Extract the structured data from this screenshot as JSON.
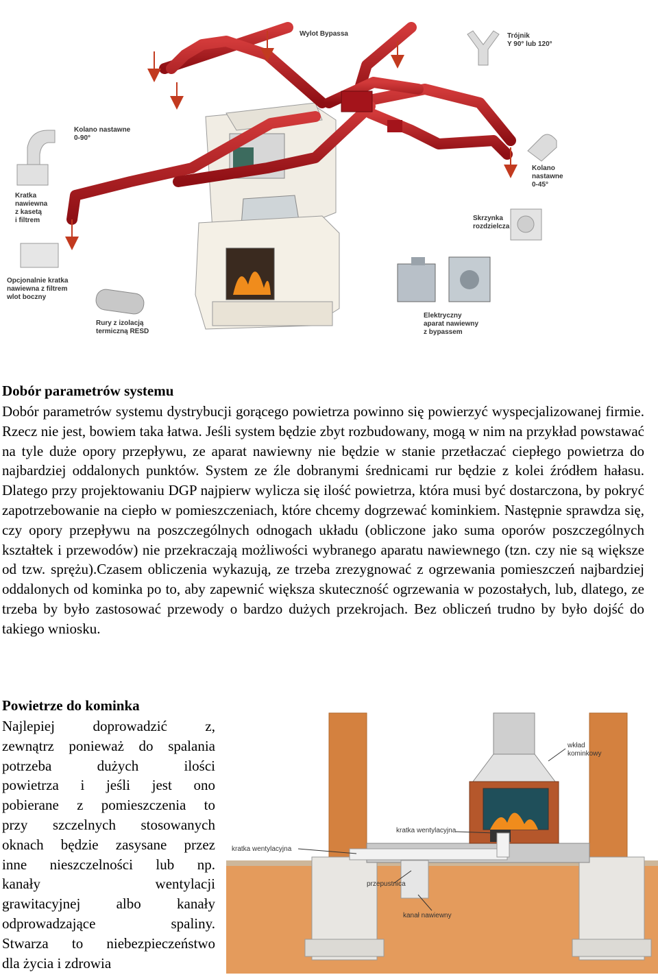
{
  "diagram_top": {
    "labels": {
      "bypass": "Wylot Bypassa",
      "tee": "Trójnik\nY 90° lub 120°",
      "elbow_left": "Kolano nastawne\n0-90°",
      "grille_left": "Kratka\nnawiewna\nz kasetą\ni filtrem",
      "elbow_right": "Kolano\nnastawne\n0-45°",
      "distribution_box": "Skrzynka\nrozdzielcza",
      "optional_grille": "Opcjonalnie kratka\nnawiewna z filtrem\nwlot boczny",
      "pipes": "Rury z izolacją\ntermiczną RESD",
      "electric_unit": "Elektryczny\naparat nawiewny\nz bypassem"
    }
  },
  "section1": {
    "heading": "Dobór parametrów systemu",
    "body": "Dobór parametrów systemu dystrybucji gorącego powietrza powinno się powierzyć wyspecjalizowanej firmie. Rzecz nie jest, bowiem taka łatwa. Jeśli system będzie zbyt rozbudowany, mogą w nim na przykład powstawać na tyle duże opory przepływu, ze aparat nawiewny nie będzie w stanie przetłaczać ciepłego powietrza do najbardziej oddalonych punktów. System ze źle dobranymi średnicami rur będzie z kolei źródłem hałasu. Dlatego przy projektowaniu DGP najpierw wylicza się ilość powietrza, która musi być dostarczona, by pokryć zapotrzebowanie na ciepło w pomieszczeniach, które chcemy dogrzewać kominkiem. Następnie sprawdza się, czy opory przepływu na poszczególnych odnogach układu (obliczone jako suma oporów poszczególnych kształtek i przewodów) nie przekraczają możliwości wybranego aparatu nawiewnego (tzn. czy nie są większe od tzw. sprężu).Czasem obliczenia wykazują, ze trzeba zrezygnować z ogrzewania pomieszczeń najbardziej oddalonych od kominka po to, aby zapewnić większa skuteczność ogrzewania w pozostałych, lub, dlatego, ze trzeba by było zastosować przewody o bardzo dużych przekrojach. Bez obliczeń trudno by było dojść do takiego wniosku."
  },
  "section2": {
    "heading": "Powietrze do kominka",
    "lines": [
      "Najlepiej doprowadzić z,",
      "zewnątrz ponieważ do spalania",
      "potrzeba dużych ilości",
      "powietrza i jeśli jest ono",
      "pobierane z pomieszczenia to",
      "przy szczelnych stosowanych",
      "oknach będzie zasysane przez",
      "inne nieszczelności lub np.",
      "kanały wentylacji",
      "grawitacyjnej albo kanały",
      "odprowadzające spaliny.",
      "Stwarza to niebezpieczeństwo",
      "dla życia i zdrowia"
    ]
  },
  "diagram_bottom": {
    "labels": {
      "chimney_insert": "wkład\nkominkowy",
      "vent_grille_top": "kratka wentylacyjna",
      "vent_grille_left": "kratka wentylacyjna",
      "passage": "przepustnica",
      "supply_channel": "kanał nawiewny"
    }
  },
  "colors": {
    "duct": "#b0151c",
    "arrow": "#c23a1f",
    "brick": "#d4813f",
    "soil": "#e49b5c",
    "fire": "#f08c1c"
  }
}
